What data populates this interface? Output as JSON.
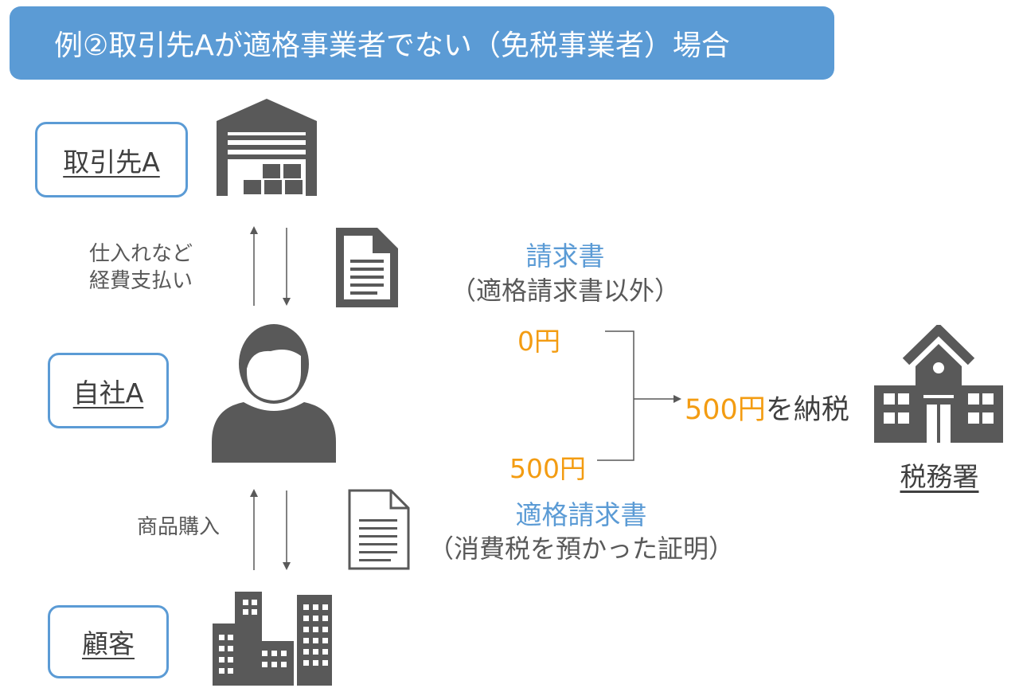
{
  "title": "例②取引先Aが適格事業者でない（免税事業者）場合",
  "parties": {
    "supplier": "取引先A",
    "company": "自社A",
    "customer": "顧客",
    "tax_office": "税務署"
  },
  "flows": {
    "upper_label_line1": "仕入れなど",
    "upper_label_line2": "経費支払い",
    "lower_label": "商品購入"
  },
  "documents": {
    "upper_title": "請求書",
    "upper_sub": "（適格請求書以外）",
    "lower_title": "適格請求書",
    "lower_sub": "（消費税を預かった証明）"
  },
  "amounts": {
    "upper": "0円",
    "lower": "500円",
    "result_amount": "500円",
    "result_suffix": "を納税"
  },
  "colors": {
    "accent_blue": "#5b9bd5",
    "amount_orange": "#f39c12",
    "icon_gray": "#595959"
  }
}
